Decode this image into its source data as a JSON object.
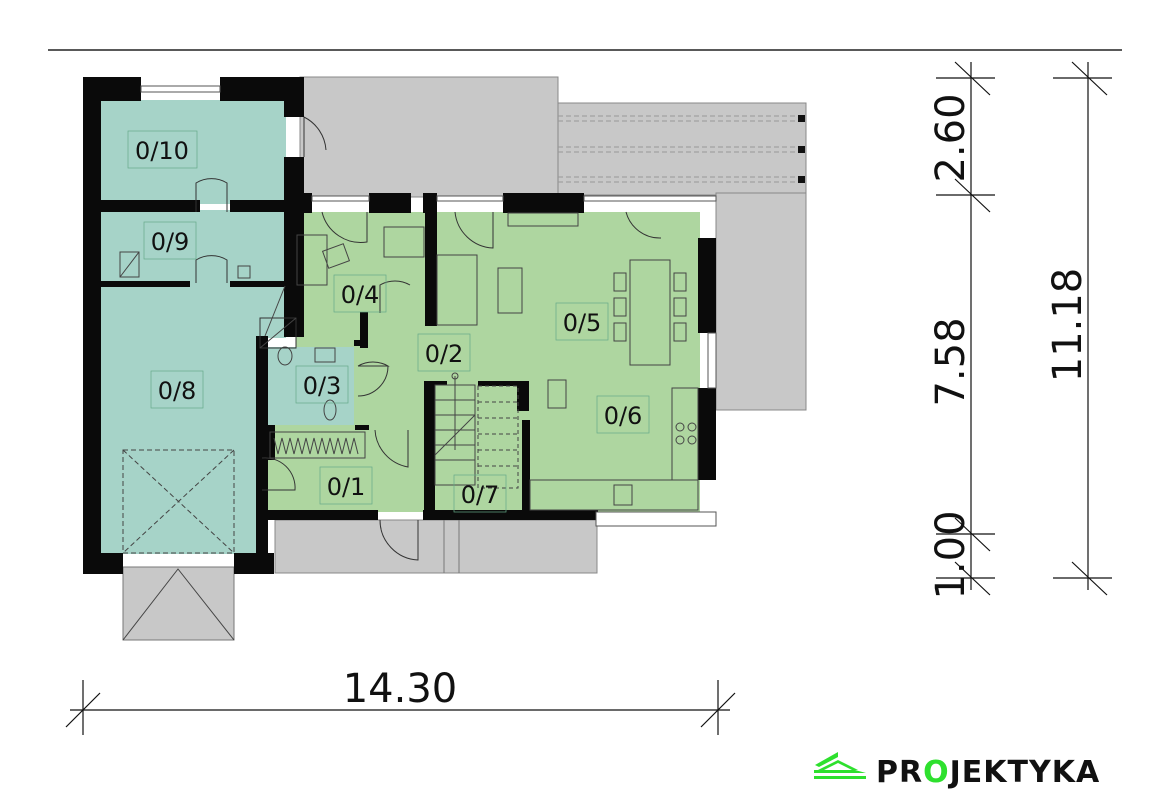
{
  "rooms": [
    {
      "id": "0/1",
      "label": "0/1"
    },
    {
      "id": "0/2",
      "label": "0/2"
    },
    {
      "id": "0/3",
      "label": "0/3"
    },
    {
      "id": "0/4",
      "label": "0/4"
    },
    {
      "id": "0/5",
      "label": "0/5"
    },
    {
      "id": "0/6",
      "label": "0/6"
    },
    {
      "id": "0/7",
      "label": "0/7"
    },
    {
      "id": "0/8",
      "label": "0/8"
    },
    {
      "id": "0/9",
      "label": "0/9"
    },
    {
      "id": "0/10",
      "label": "0/10"
    }
  ],
  "dimensions": {
    "width_total": "14.30",
    "height_total": "11.18",
    "segment_top": "2.60",
    "segment_middle": "7.58",
    "segment_bottom": "1.00"
  },
  "logo": {
    "text_pre": "PR",
    "text_o": "O",
    "text_post": "JEKTYKA"
  },
  "colors": {
    "living_green": "#aed6a0",
    "utility_teal": "#a6d3c8",
    "terrace_gray": "#c8c8c8",
    "wall": "#0a0a0a",
    "brand_green": "#2ee02e"
  }
}
